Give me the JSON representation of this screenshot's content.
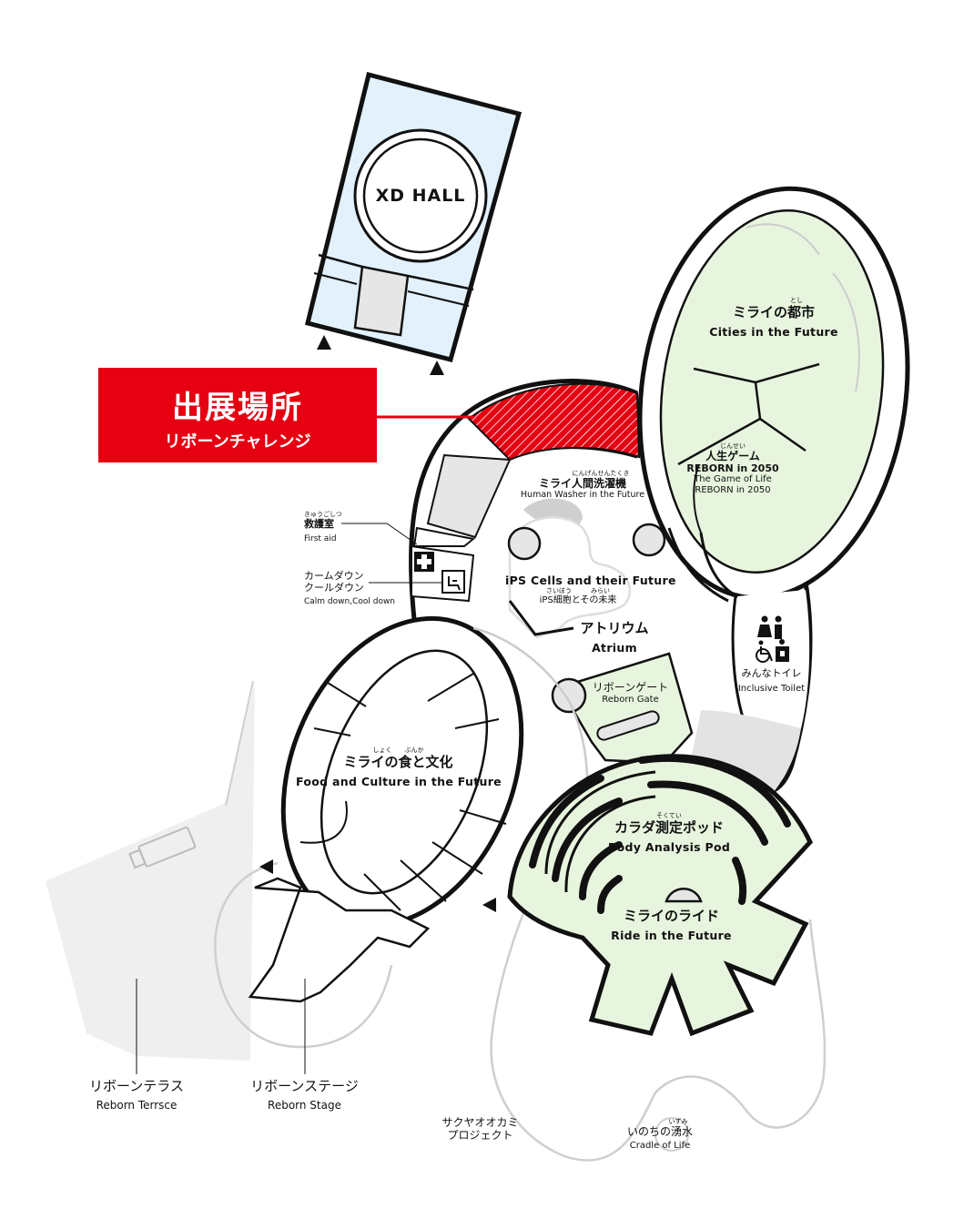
{
  "callout": {
    "title": "出展場所",
    "subtitle": "リボーンチャレンジ",
    "color": "#e50012"
  },
  "colors": {
    "xd_hall": "#e2f1fb",
    "green_zone": "#e8f5de",
    "highlight": "#e50012",
    "wall": "#111111",
    "outline_gray": "#cfcfcf",
    "gray_fill": "#e3e3e3"
  },
  "areas": {
    "xd_hall": {
      "name": "XD HALL"
    },
    "cities": {
      "ruby": "とし",
      "jp": "ミライの都市",
      "en": "Cities in the Future"
    },
    "game_of_life": {
      "ruby": "じんせい",
      "jp": "人生ゲーム",
      "en1": "REBORN in 2050",
      "en2": "The Game of Life",
      "en3": "REBORN in 2050"
    },
    "human_washer": {
      "ruby": "にんげんせんたくき",
      "jp": "ミライ人間洗濯機",
      "en": "Human Washer in the Future"
    },
    "ips": {
      "en": "iPS Cells and their Future",
      "ruby": "さいぼう　　　みらい",
      "jp": "iPS細胞とその未来"
    },
    "atrium": {
      "jp": "アトリウム",
      "en": "Atrium"
    },
    "reborn_gate": {
      "jp": "リボーンゲート",
      "en": "Reborn Gate"
    },
    "food_culture": {
      "ruby": "しょく　　ぶんか",
      "jp": "ミライの食と文化",
      "en": "Food and Culture in the Future"
    },
    "body_pod": {
      "ruby": "そくてい",
      "jp": "カラダ測定ポッド",
      "en": "Body Analysis Pod"
    },
    "ride": {
      "jp": "ミライのライド",
      "en": "Ride in the Future"
    },
    "first_aid": {
      "ruby": "きゅうごしつ",
      "jp": "救護室",
      "en": "First aid"
    },
    "calm_down": {
      "jp1": "カームダウン",
      "jp2": "クールダウン",
      "en": "Calm down,Cool down"
    },
    "toilet": {
      "jp": "みんなトイレ",
      "en": "Inclusive Toilet"
    },
    "reborn_terrace": {
      "jp": "リボーンテラス",
      "en": "Reborn Terrsce"
    },
    "reborn_stage": {
      "jp": "リボーンステージ",
      "en": "Reborn Stage"
    },
    "sakuya": {
      "jp1": "サクヤオオカミ",
      "jp2": "プロジェクト"
    },
    "cradle": {
      "ruby": "いずみ",
      "jp": "いのちの湧水",
      "en": "Cradle of Life"
    }
  },
  "icons": [
    "first-aid-cross-icon",
    "calm-down-room-icon",
    "toilet-people-icon",
    "wheelchair-icon",
    "baby-care-icon",
    "entrance-arrow-icon"
  ]
}
